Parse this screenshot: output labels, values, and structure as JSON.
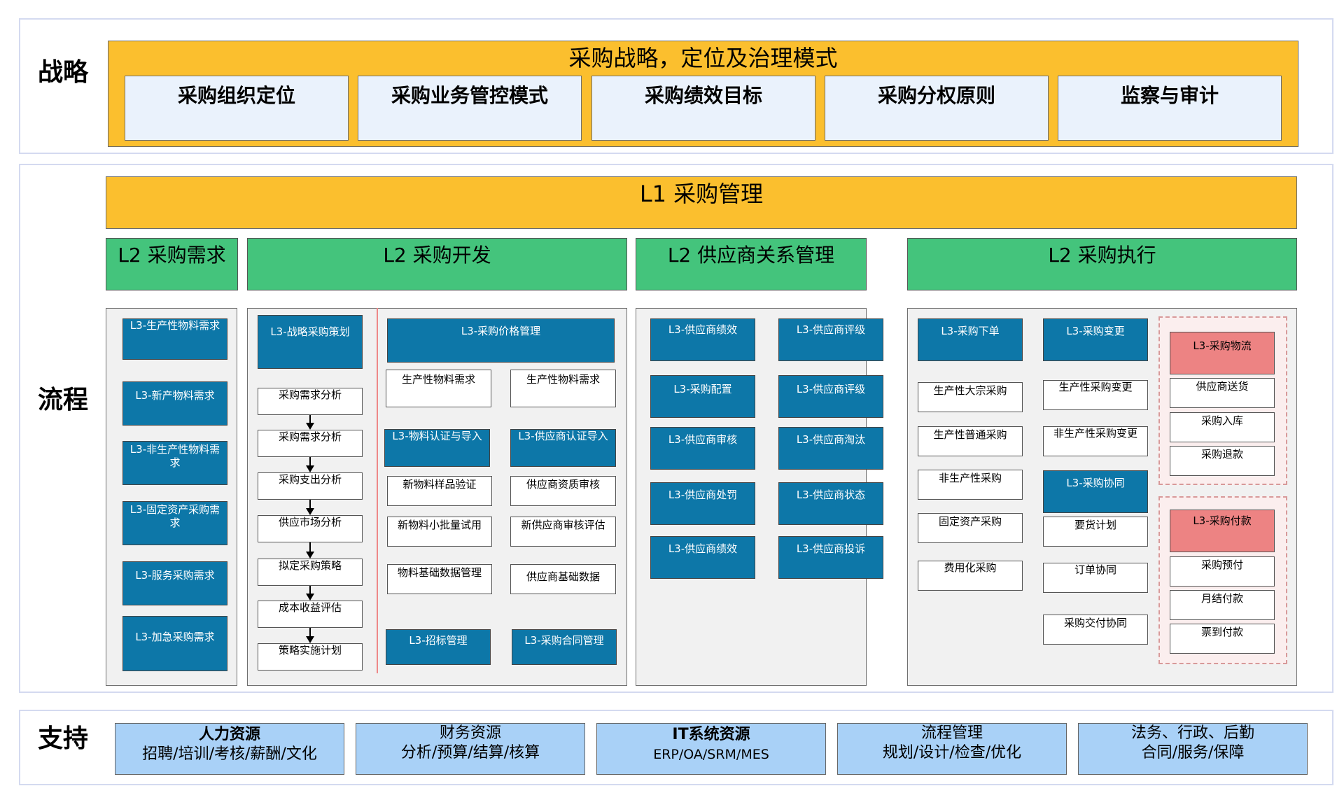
{
  "sections": {
    "strategy": "战略",
    "process": "流程",
    "support": "支持"
  },
  "strategy": {
    "title": "采购战略，定位及治理模式",
    "items": [
      "采购组织定位",
      "采购业务管控模式",
      "采购绩效目标",
      "采购分权原则",
      "监察与审计"
    ]
  },
  "l1": "L1  采购管理",
  "l2": [
    "L2  采购需求",
    "L2  采购开发",
    "L2  供应商关系管理",
    "L2  采购执行"
  ],
  "demand": [
    "L3-生产性物料需求",
    "L3-新产物料需求",
    "L3-非生产性物料需求",
    "L3-固定资产采购需求",
    "L3-服务采购需求",
    "L3-加急采购需求"
  ],
  "dev": {
    "strategy_head": "L3-战略采购策划",
    "strategy_steps": [
      "采购需求分析",
      "采购需求分析",
      "采购支出分析",
      "供应市场分析",
      "拟定采购策略",
      "成本收益评估",
      "策略实施计划"
    ],
    "price_head": "L3-采购价格管理",
    "price_items": [
      "生产性物料需求",
      "生产性物料需求"
    ],
    "material_head": "L3-物料认证与导入",
    "material_items": [
      "新物料样品验证",
      "新物料小批量试用",
      "物料基础数据管理"
    ],
    "supplier_head": "L3-供应商认证导入",
    "supplier_items": [
      "供应商资质审核",
      "新供应商审核评估",
      "供应商基础数据"
    ],
    "bid": "L3-招标管理",
    "contract": "L3-采购合同管理"
  },
  "srm": [
    [
      "L3-供应商绩效",
      "L3-供应商评级"
    ],
    [
      "L3-采购配置",
      "L3-供应商评级"
    ],
    [
      "L3-供应商审核",
      "L3-供应商淘汰"
    ],
    [
      "L3-供应商处罚",
      "L3-供应商状态"
    ],
    [
      "L3-供应商绩效",
      "L3-供应商投诉"
    ]
  ],
  "exec": {
    "order_head": "L3-采购下单",
    "order_items": [
      "生产性大宗采购",
      "生产性普通采购",
      "非生产性采购",
      "固定资产采购",
      "费用化采购"
    ],
    "change_head": "L3-采购变更",
    "change_items": [
      "生产性采购变更",
      "非生产性采购变更"
    ],
    "collab_head": "L3-采购协同",
    "collab_items": [
      "要货计划",
      "订单协同",
      "采购交付协同"
    ],
    "logistics_head": "L3-采购物流",
    "logistics_items": [
      "供应商送货",
      "采购入库",
      "采购退款"
    ],
    "payment_head": "L3-采购付款",
    "payment_items": [
      "采购预付",
      "月结付款",
      "票到付款"
    ]
  },
  "support": [
    {
      "title": "人力资源",
      "detail": "招聘/培训/考核/薪酬/文化",
      "bold": true
    },
    {
      "title": "财务资源",
      "detail": "分析/预算/结算/核算",
      "bold": false
    },
    {
      "title": "IT系统资源",
      "detail": "ERP/OA/SRM/MES",
      "bold": true
    },
    {
      "title": "流程管理",
      "detail": "规划/设计/检查/优化",
      "bold": false
    },
    {
      "title": "法务、行政、后勤",
      "detail": "合同/服务/保障",
      "bold": false
    }
  ],
  "colors": {
    "orange": "#fbbf2e",
    "green": "#44c47c",
    "blue": "#0d77a8",
    "red": "#ed8383",
    "support": "#a9d1f7"
  }
}
